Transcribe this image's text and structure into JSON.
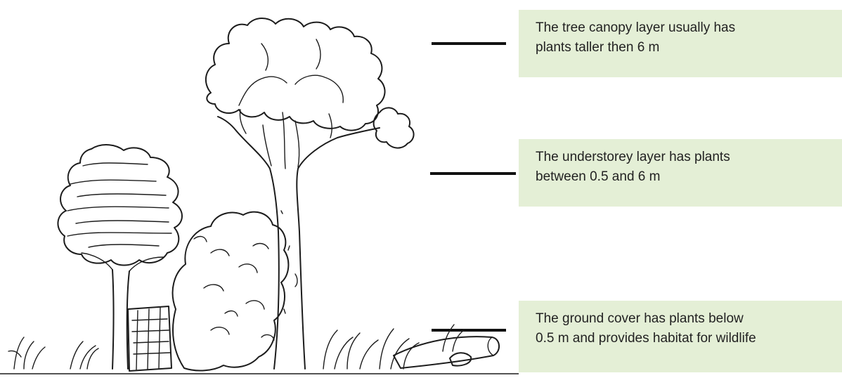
{
  "layers": [
    {
      "id": "canopy",
      "lines": [
        "The tree canopy layer usually has",
        "plants taller then 6 m"
      ]
    },
    {
      "id": "understorey",
      "lines": [
        "The understorey layer has plants",
        "between 0.5 and 6 m"
      ]
    },
    {
      "id": "ground",
      "lines": [
        "The ground cover has plants below",
        "0.5 m and provides habitat for wildlife"
      ]
    }
  ],
  "colors": {
    "callout_background": "#e4efd6",
    "text": "#222222",
    "ink": "#1c1c1c"
  },
  "icons": [
    "tall-tree-illustration",
    "small-tree-illustration",
    "shrub-illustration",
    "ground-plants-illustration",
    "log-illustration"
  ]
}
